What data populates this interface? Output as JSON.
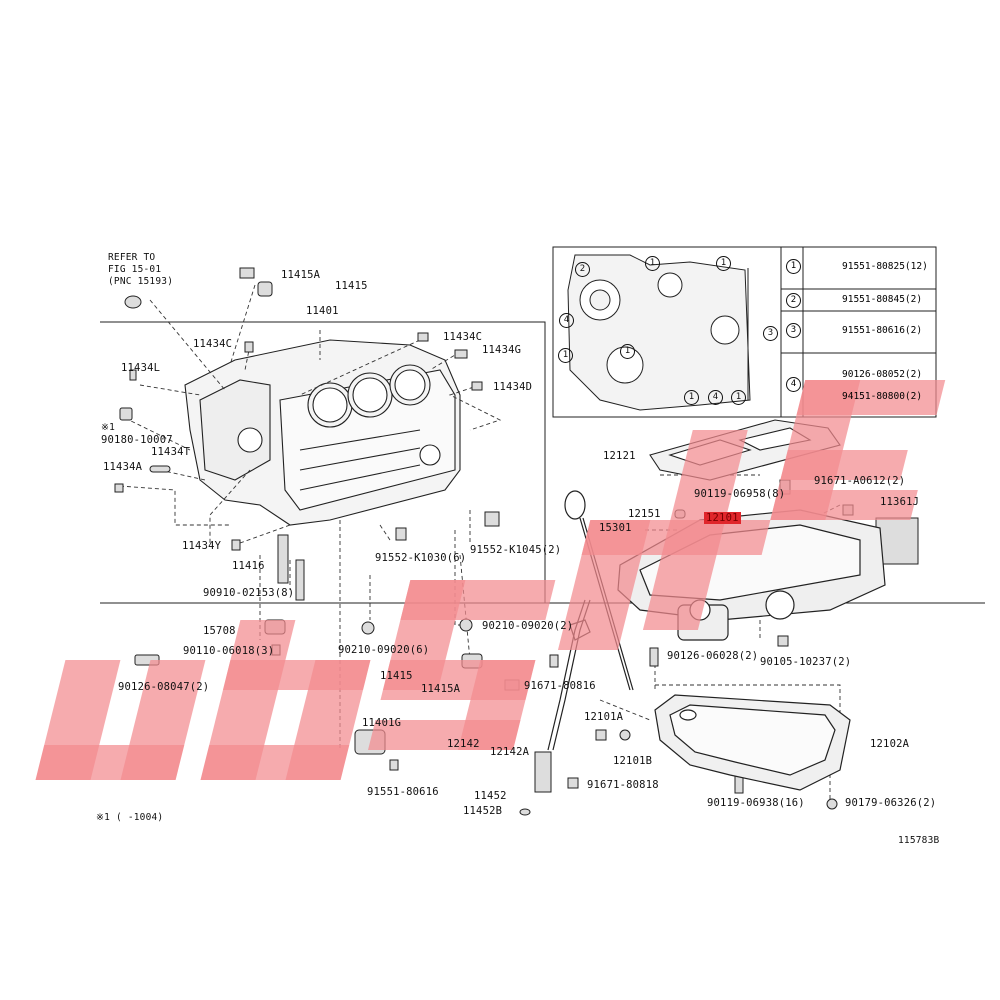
{
  "diagram": {
    "ref_note": [
      "REFER TO",
      "FIG 15-01",
      "(PNC 15193)"
    ],
    "footnote": "※1 (    -1004)",
    "figure_code": "115783B",
    "watermark": "UBJSTIE",
    "highlight_color": "#e0262b",
    "parts": {
      "p11415A_top": "11415A",
      "p11415_top": "11415",
      "p11401": "11401",
      "p11434C_left": "11434C",
      "p11434C_right": "11434C",
      "p11434G": "11434G",
      "p11434L": "11434L",
      "p11434D": "11434D",
      "p90180": "90180-10007",
      "p11434T": "11434T",
      "p11434A": "11434A",
      "p11434Y": "11434Y",
      "p11416": "11416",
      "p90910": "90910-02153(8)",
      "p91552_K1030": "91552-K1030(6)",
      "p91552_K1045": "91552-K1045(2)",
      "p15708": "15708",
      "p90110": "90110-06018(3)",
      "p90210_6": "90210-09020(6)",
      "p90210_2": "90210-09020(2)",
      "p90126_08047": "90126-08047(2)",
      "p11415_mid": "11415",
      "p11415A_mid": "11415A",
      "p91671_80816": "91671-80816",
      "p11401G": "11401G",
      "p91551_80616": "91551-80616",
      "p12142": "12142",
      "p12142A": "12142A",
      "p11452": "11452",
      "p11452B": "11452B",
      "p91671_80818": "91671-80818",
      "p15301": "15301",
      "p12151": "12151",
      "p12101": "12101",
      "p12121": "12121",
      "p90119_06958": "90119-06958(8)",
      "p91671_A0612": "91671-A0612(2)",
      "p11361J": "11361J",
      "p90126_06028": "90126-06028(2)",
      "p90105_10237": "90105-10237(2)",
      "p12101A": "12101A",
      "p12101B": "12101B",
      "p12102A": "12102A",
      "p90119_06938": "90119-06938(16)",
      "p90179_06326": "90179-06326(2)"
    },
    "bolt_table": [
      {
        "num": "1",
        "parts": [
          "91551-80825(12)"
        ]
      },
      {
        "num": "2",
        "parts": [
          "91551-80845(2)"
        ]
      },
      {
        "num": "3",
        "parts": [
          "91551-80616(2)"
        ]
      },
      {
        "num": "4",
        "parts": [
          "90126-08052(2)",
          "94151-80800(2)"
        ]
      }
    ],
    "callouts": [
      "1",
      "2",
      "3",
      "4"
    ]
  }
}
